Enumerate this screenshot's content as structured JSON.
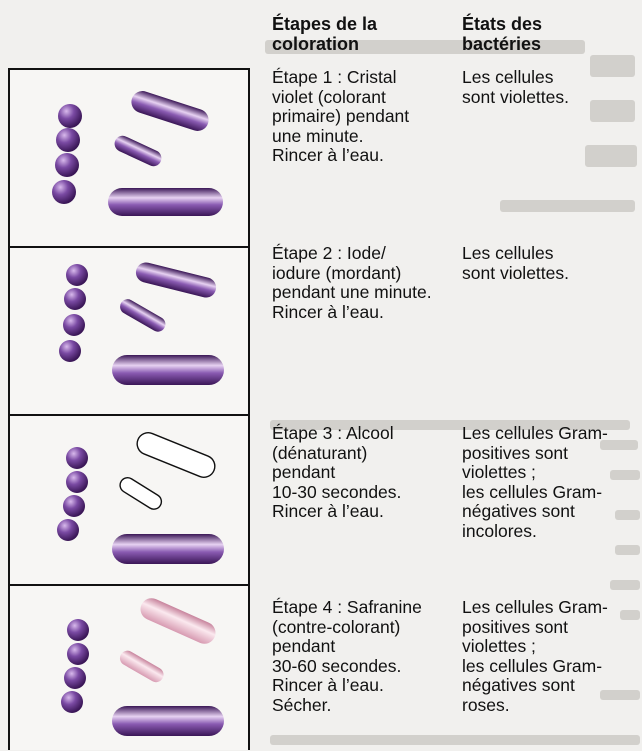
{
  "header": {
    "steps_title": [
      "Étapes de la",
      "coloration"
    ],
    "states_title": [
      "États des",
      "bactéries"
    ]
  },
  "rows": [
    {
      "step": [
        "Étape 1 : Cristal",
        "violet (colorant",
        "primaire) pendant",
        "une minute.",
        "Rincer à l’eau."
      ],
      "state": [
        "Les cellules",
        "sont violettes."
      ]
    },
    {
      "step": [
        "Étape 2 : Iode/",
        "iodure (mordant)",
        "pendant une minute.",
        "Rincer à l’eau."
      ],
      "state": [
        "Les cellules",
        "sont violettes."
      ]
    },
    {
      "step": [
        "Étape 3 : Alcool",
        "(dénaturant)",
        "pendant",
        "10-30 secondes.",
        "Rincer à l’eau."
      ],
      "state": [
        "Les cellules Gram-",
        "positives sont",
        "violettes ;",
        "les cellules Gram-",
        "négatives sont",
        "incolores."
      ]
    },
    {
      "step": [
        "Étape 4 : Safranine",
        "(contre-colorant)",
        "pendant",
        "30-60 secondes.",
        "Rincer à l’eau.",
        "Sécher."
      ],
      "state": [
        "Les cellules Gram-",
        "positives sont",
        "violettes ;",
        "les cellules Gram-",
        "négatives sont",
        "roses."
      ]
    }
  ],
  "colors": {
    "gram_positive": "#5a2d82",
    "gram_negative_stained": "#e4aabd",
    "gram_negative_colorless": "#ffffff"
  }
}
